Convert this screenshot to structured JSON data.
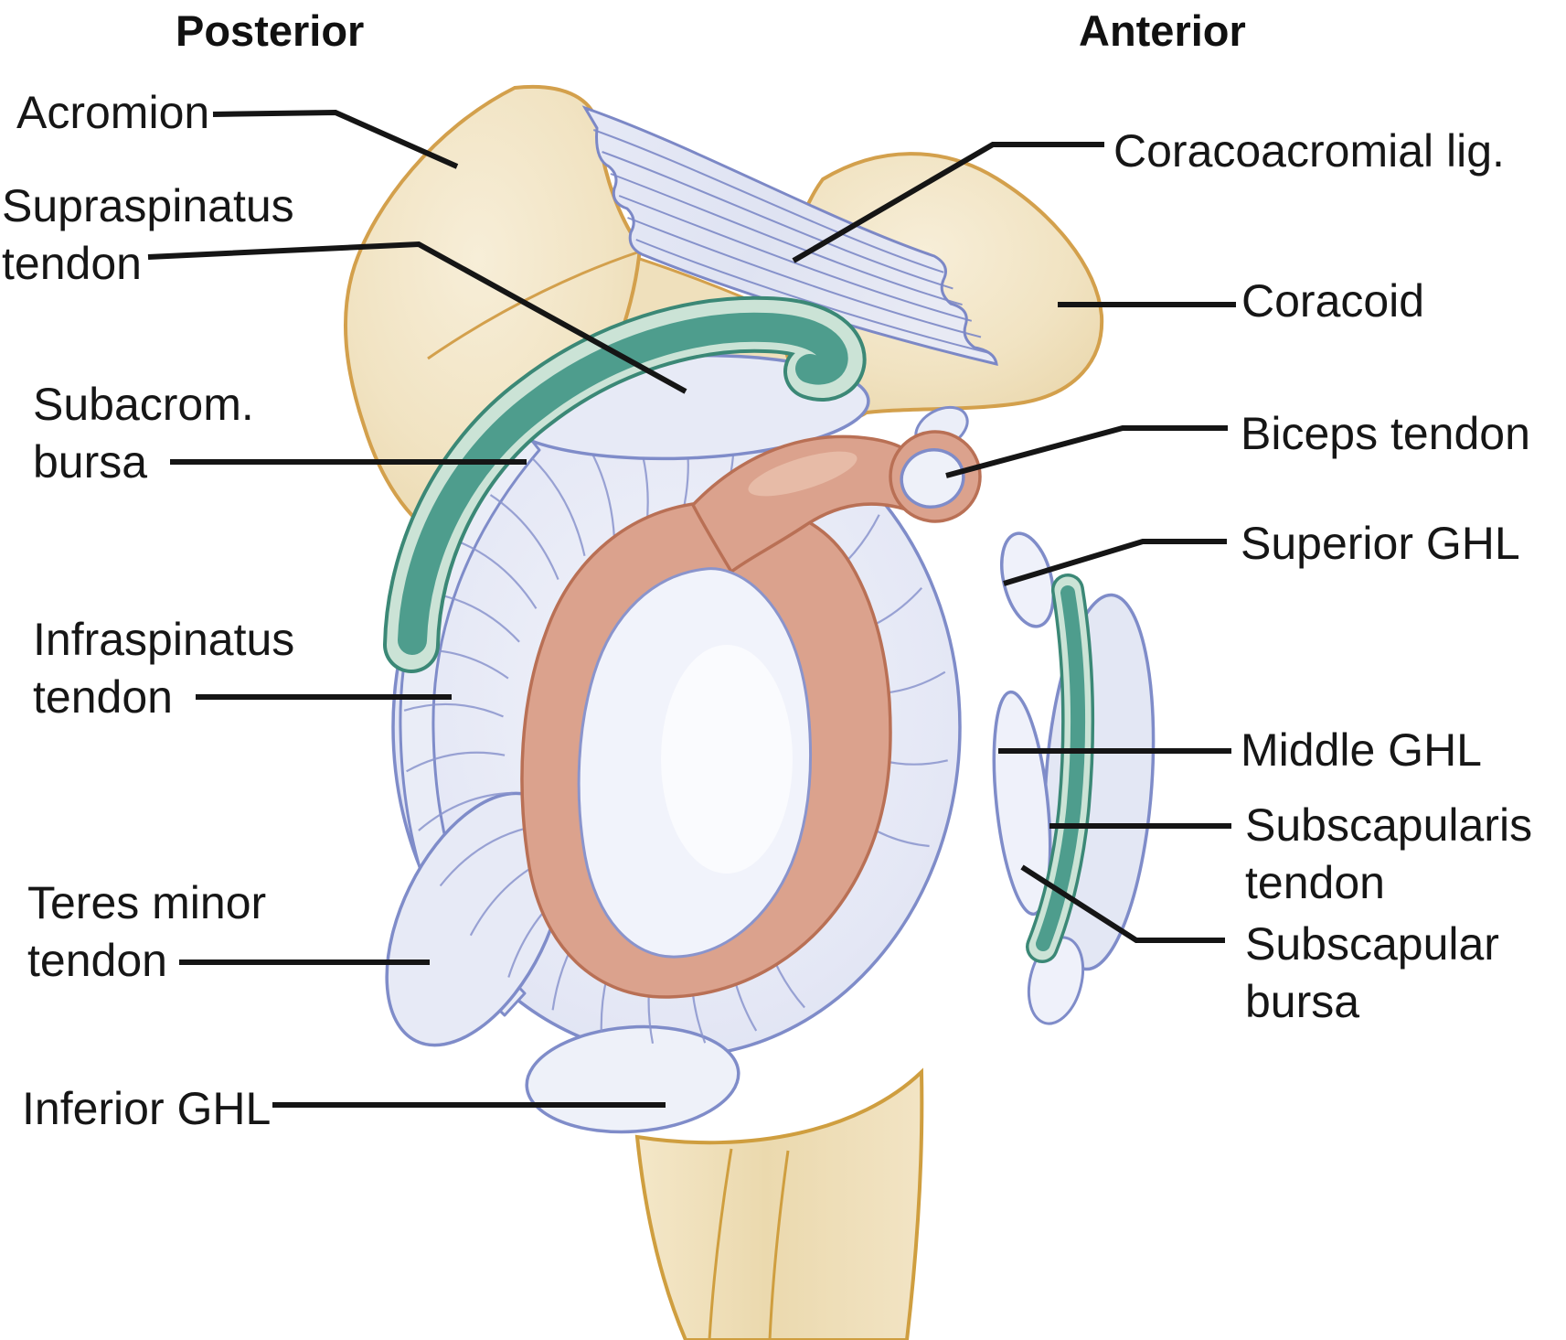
{
  "diagram": {
    "headers": {
      "posterior": "Posterior",
      "anterior": "Anterior"
    },
    "labels": {
      "acromion": "Acromion",
      "supraspinatus_tendon": "Supraspinatus\ntendon",
      "subacromial_bursa": "Subacrom.\nbursa",
      "infraspinatus_tendon": "Infraspinatus\ntendon",
      "teres_minor_tendon": "Teres minor\ntendon",
      "inferior_ghl": "Inferior GHL",
      "coracoacromial_lig": "Coracoacromial lig.",
      "coracoid": "Coracoid",
      "biceps_tendon": "Biceps tendon",
      "superior_ghl": "Superior GHL",
      "middle_ghl": "Middle GHL",
      "subscapularis_tendon": "Subscapularis\ntendon",
      "subscapular_bursa": "Subscapular\nbursa"
    },
    "colors": {
      "background": "#FFFFFF",
      "bone": "#EFE0BC",
      "bone_light": "#F6ECD6",
      "bone_outline": "#D3A04C",
      "shaft_outline": "#CF9E3F",
      "capsule": "#E4E7F5",
      "capsule_light": "#EFF1FA",
      "capsule_outline": "#7F8CC9",
      "capsule_fiber": "#8A94CC",
      "ligament_fiber": "#7C88C6",
      "bursa": "#4E9D8D",
      "bursa_pale": "#CBE3D6",
      "bursa_outline": "#3B8876",
      "labrum": "#DBA28D",
      "labrum_light": "#E9C0AC",
      "labrum_outline": "#B97055",
      "glenoid": "#F1F3FB",
      "leader_line": "#151515",
      "text": "#161616"
    }
  }
}
